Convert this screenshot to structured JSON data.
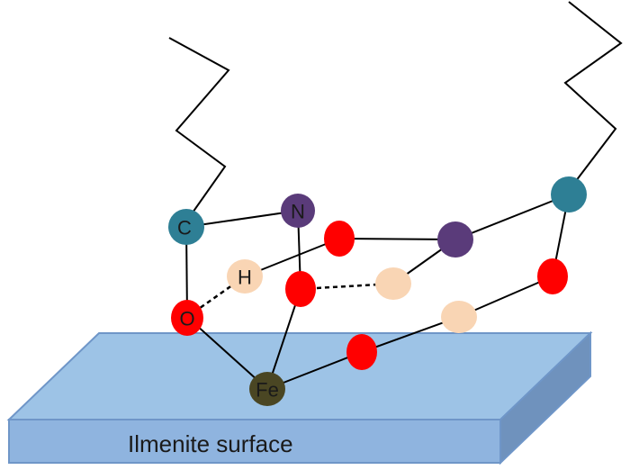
{
  "surface": {
    "label": "Ilmenite surface",
    "top_color": "#9dc3e6",
    "front_color": "#8fb4df",
    "side_color": "#6f92bd",
    "edge_color": "#6f96c8"
  },
  "atoms": {
    "carbon_left": {
      "label": "C",
      "color": "#2e7f95",
      "element": "carbon"
    },
    "nitrogen": {
      "label": "N",
      "color": "#5a3b7a",
      "element": "nitrogen"
    },
    "hydrogen": {
      "label": "H",
      "color": "#f9d5b4",
      "element": "hydrogen"
    },
    "oxygen": {
      "label": "O",
      "color": "#ff0000",
      "element": "oxygen"
    },
    "iron": {
      "label": "Fe",
      "color": "#4a4623",
      "element": "iron"
    },
    "oxygen_unlabeled_color": "#ff0000",
    "hydrogen_unlabeled_color": "#f9d5b4",
    "nitrogen_unlabeled_color": "#5a3b7a",
    "carbon_unlabeled_color": "#2e7f95"
  }
}
